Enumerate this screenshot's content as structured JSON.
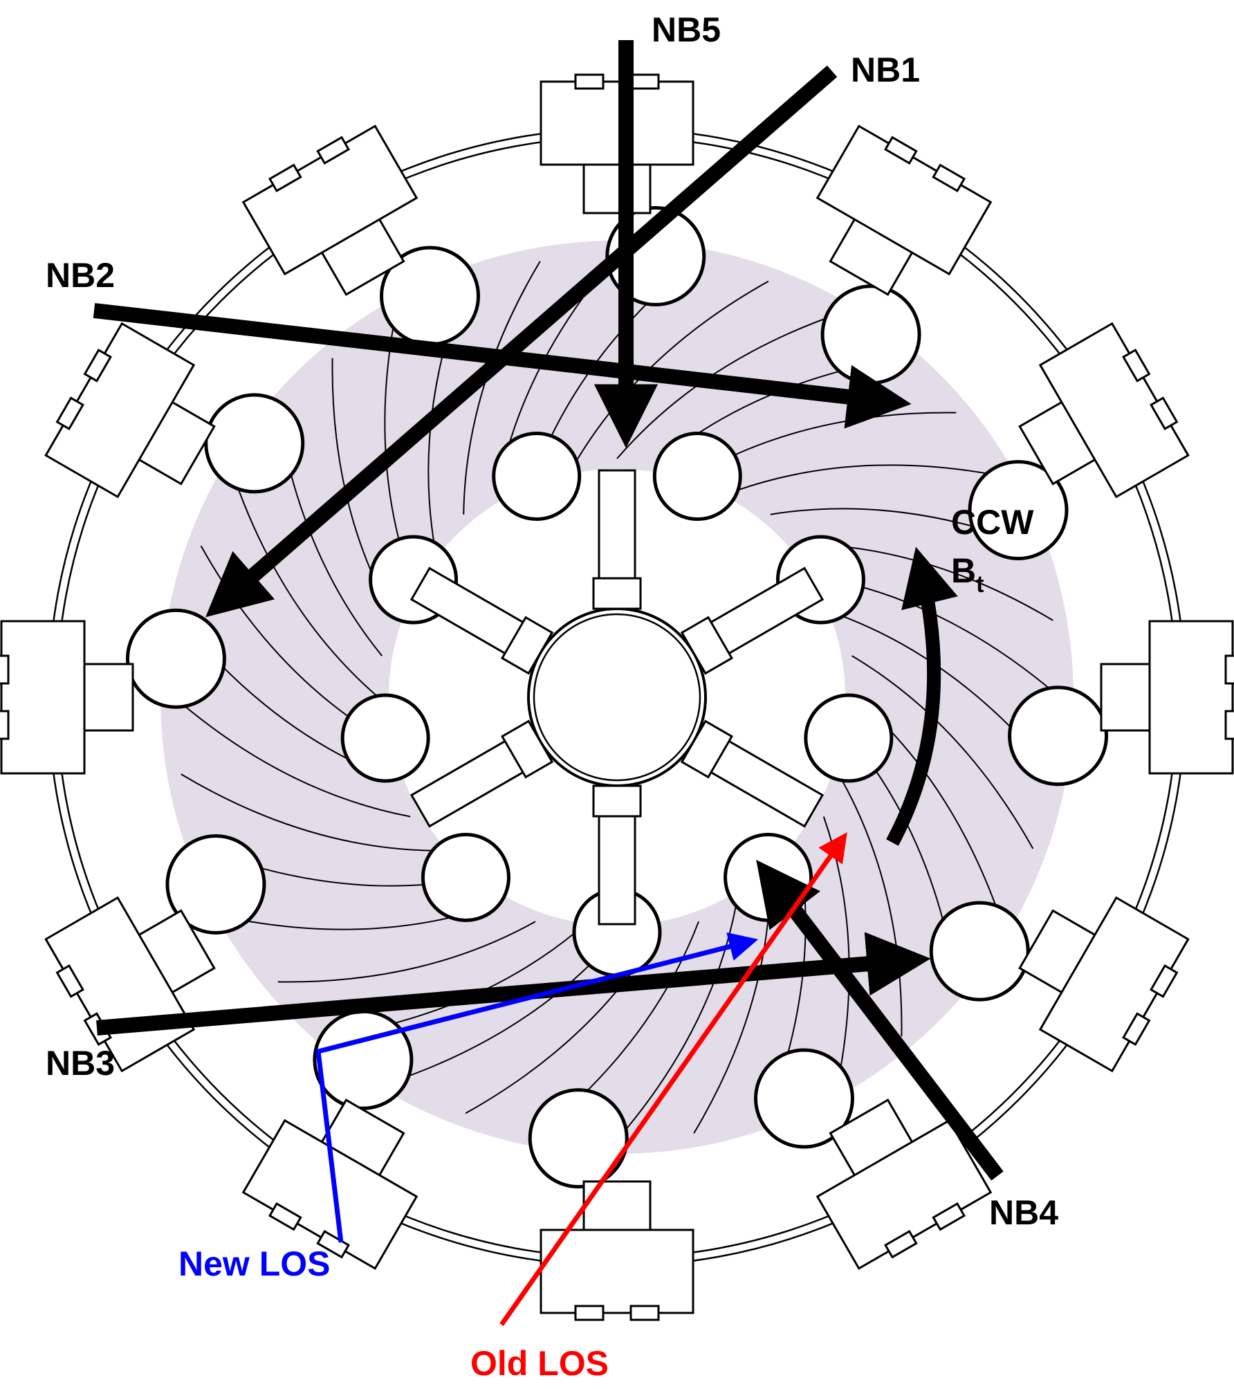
{
  "labels": {
    "nb1": "NB1",
    "nb2": "NB2",
    "nb3": "NB3",
    "nb4": "NB4",
    "nb5": "NB5",
    "ccw": "CCW",
    "bt_main": "B",
    "bt_sub": "t",
    "new_los": "New LOS",
    "old_los": "Old LOS"
  },
  "colors": {
    "plasma_shade": "#e3dde9",
    "beam": "#000000",
    "new_los": "#0000ff",
    "old_los": "#ff0000"
  },
  "icons": [
    "beam-arrow-icon",
    "curved-arrow-icon"
  ]
}
